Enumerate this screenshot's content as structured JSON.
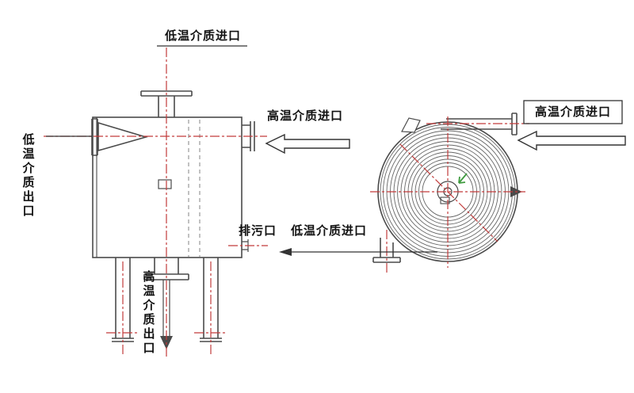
{
  "labels": {
    "cold_inlet_top": "低温介质进口",
    "hot_inlet_left_view": "高温介质进口",
    "cold_outlet_left": "低温介质出口",
    "drain_port": "排污口",
    "cold_inlet_right_view": "低温介质进口",
    "hot_outlet_bottom": "高温介质出口",
    "hot_inlet_right_view": "高温介质进口"
  },
  "colors": {
    "outline": "#4a4a4a",
    "thin_line": "#6a6a6a",
    "centerline_red": "#c23b3b",
    "flow_green": "#3f9b3f",
    "background": "#ffffff"
  }
}
